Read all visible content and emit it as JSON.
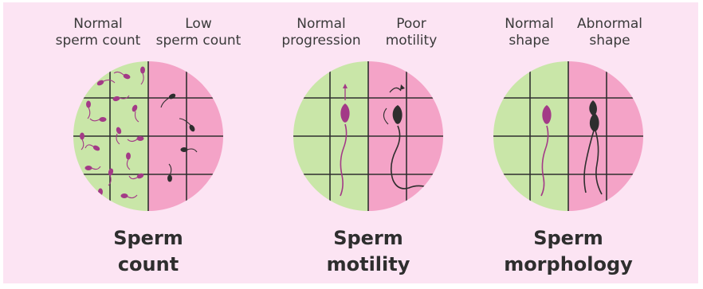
{
  "colors": {
    "background": "#fce4f3",
    "normal_fill": "#c9e6a8",
    "abnormal_fill": "#f4a3c7",
    "grid_line": "#2f2f2f",
    "normal_sperm": "#a33a87",
    "abnormal_sperm": "#2e2e2e"
  },
  "panels": [
    {
      "id": "count",
      "left_label": [
        "Normal",
        "sperm count"
      ],
      "right_label": [
        "Low",
        "sperm count"
      ],
      "title": [
        "Sperm",
        "count"
      ]
    },
    {
      "id": "motility",
      "left_label": [
        "Normal",
        "progression"
      ],
      "right_label": [
        "Poor",
        "motility"
      ],
      "title": [
        "Sperm",
        "motility"
      ]
    },
    {
      "id": "morphology",
      "left_label": [
        "Normal",
        "shape"
      ],
      "right_label": [
        "Abnormal",
        "shape"
      ],
      "title": [
        "Sperm",
        "morphology"
      ]
    }
  ]
}
